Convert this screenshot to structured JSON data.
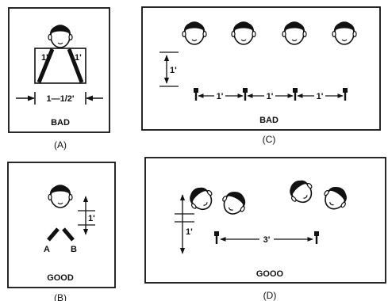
{
  "panels": {
    "a": {
      "caption": "(A)",
      "verdict": "BAD",
      "label_left": "1'",
      "label_right": "1'",
      "width_label": "1—1/2'"
    },
    "b": {
      "caption": "(B)",
      "verdict": "GOOD",
      "height_label": "1'",
      "mic_a": "A",
      "mic_b": "B"
    },
    "c": {
      "caption": "(C)",
      "verdict": "BAD",
      "height_label": "1'",
      "spacing_labels": [
        "1'",
        "1'",
        "1'"
      ]
    },
    "d": {
      "caption": "(D)",
      "verdict": "GOOO",
      "height_label": "1'",
      "spacing_label": "3'"
    }
  },
  "colors": {
    "ink": "#111111",
    "paper": "#ffffff"
  }
}
